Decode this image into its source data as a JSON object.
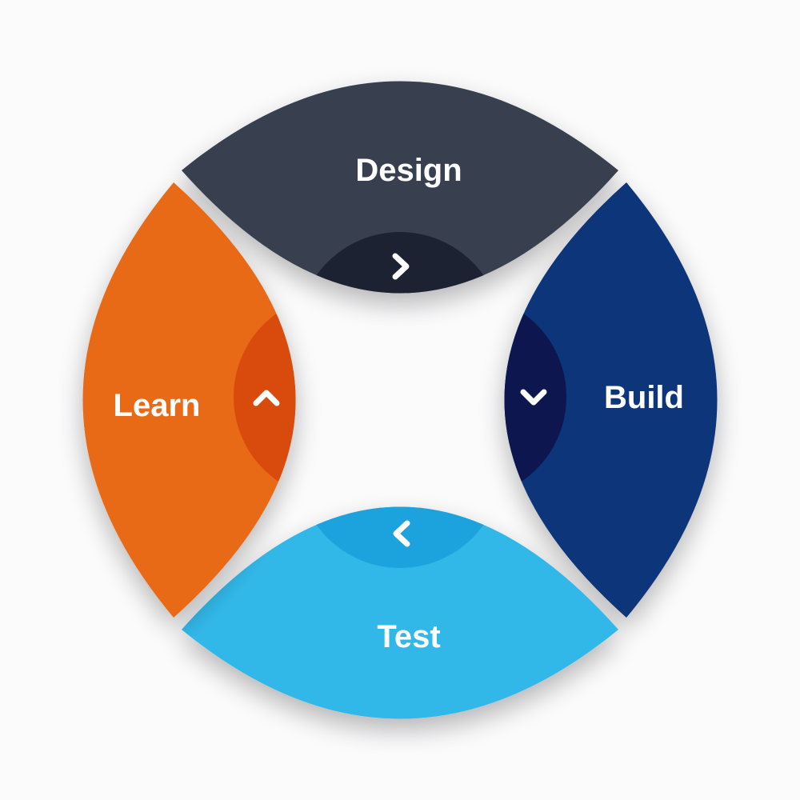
{
  "diagram": {
    "type": "cycle",
    "segments": [
      {
        "id": "design",
        "label": "Design",
        "color": "#394150",
        "inner_color": "#1f2432",
        "arrow": "chevron-right-icon"
      },
      {
        "id": "build",
        "label": "Build",
        "color": "#0c3479",
        "inner_color": "#07194f",
        "arrow": "chevron-down-icon"
      },
      {
        "id": "test",
        "label": "Test",
        "color": "#33b8e8",
        "inner_color": "#1ba2dc",
        "arrow": "chevron-left-icon"
      },
      {
        "id": "learn",
        "label": "Learn",
        "color": "#e86b14",
        "inner_color": "#d94b07",
        "arrow": "chevron-up-icon"
      }
    ],
    "flow": [
      "Design",
      "Build",
      "Test",
      "Learn"
    ],
    "background": "#fbfbfc"
  }
}
